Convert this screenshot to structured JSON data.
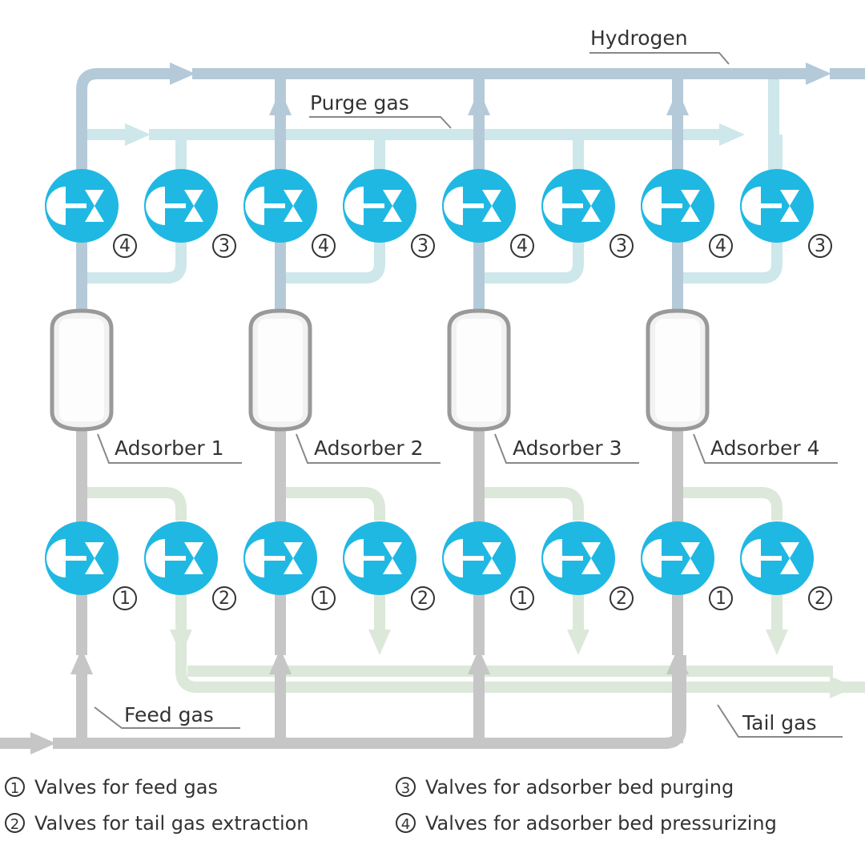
{
  "labels": {
    "hydrogen": "Hydrogen",
    "purge_gas": "Purge gas",
    "feed_gas": "Feed gas",
    "tail_gas": "Tail gas"
  },
  "adsorbers": [
    {
      "label": "Adsorber 1"
    },
    {
      "label": "Adsorber 2"
    },
    {
      "label": "Adsorber 3"
    },
    {
      "label": "Adsorber 4"
    }
  ],
  "valve_numbers": {
    "feed": "1",
    "tail": "2",
    "purge": "3",
    "pressurize": "4"
  },
  "legend": [
    {
      "num": "1",
      "text": "Valves for feed gas"
    },
    {
      "num": "2",
      "text": "Valves for tail gas extraction"
    },
    {
      "num": "3",
      "text": "Valves for adsorber bed purging"
    },
    {
      "num": "4",
      "text": "Valves for adsorber bed pressurizing"
    }
  ],
  "colors": {
    "hydrogen_line": "#b5cad9",
    "purge_line": "#cde7ea",
    "feed_line": "#c6c6c6",
    "tail_line": "#dce8d9",
    "valve": "#1fb8e3",
    "adsorber_border": "#999999"
  }
}
